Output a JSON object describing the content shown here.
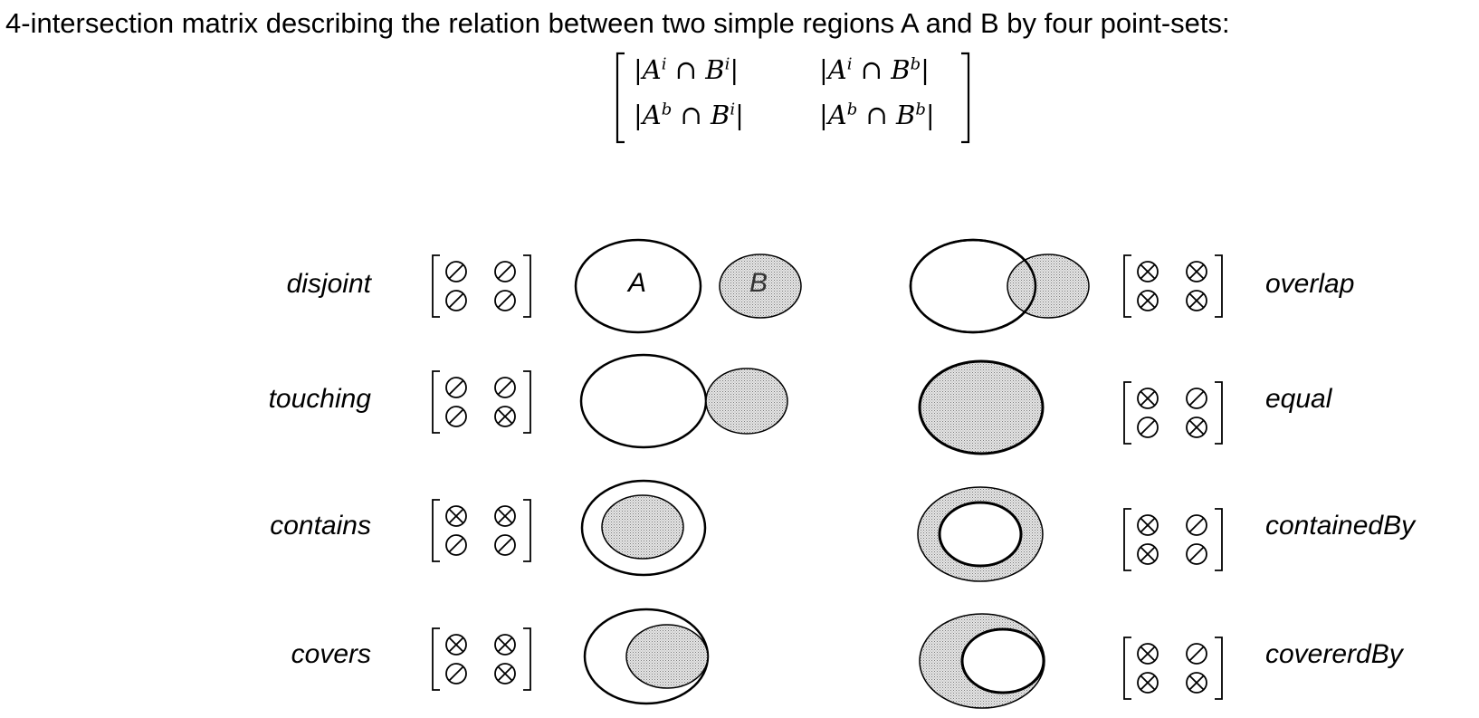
{
  "title": "4-intersection matrix describing the relation between two simple regions A and B by four point-sets:",
  "header_matrix": {
    "r1c1": {
      "a": "A",
      "as": "i",
      "b": "B",
      "bs": "i"
    },
    "r1c2": {
      "a": "A",
      "as": "i",
      "b": "B",
      "bs": "b"
    },
    "r2c1": {
      "a": "A",
      "as": "b",
      "b": "B",
      "bs": "i"
    },
    "r2c2": {
      "a": "A",
      "as": "b",
      "b": "B",
      "bs": "b"
    }
  },
  "symbols": {
    "empty": "∅",
    "nonempty": "⊗"
  },
  "relations": [
    {
      "name": "disjoint",
      "matrix": [
        "empty",
        "empty",
        "empty",
        "empty"
      ],
      "labelA": "A",
      "labelB": "B"
    },
    {
      "name": "touching",
      "matrix": [
        "empty",
        "empty",
        "empty",
        "nonempty"
      ]
    },
    {
      "name": "contains",
      "matrix": [
        "nonempty",
        "nonempty",
        "empty",
        "empty"
      ]
    },
    {
      "name": "covers",
      "matrix": [
        "nonempty",
        "nonempty",
        "empty",
        "nonempty"
      ]
    },
    {
      "name": "overlap",
      "matrix": [
        "nonempty",
        "nonempty",
        "nonempty",
        "nonempty"
      ]
    },
    {
      "name": "equal",
      "matrix": [
        "nonempty",
        "empty",
        "empty",
        "nonempty"
      ]
    },
    {
      "name": "containedBy",
      "matrix": [
        "nonempty",
        "empty",
        "nonempty",
        "empty"
      ]
    },
    {
      "name": "covererdBy",
      "matrix": [
        "nonempty",
        "empty",
        "nonempty",
        "nonempty"
      ]
    }
  ]
}
